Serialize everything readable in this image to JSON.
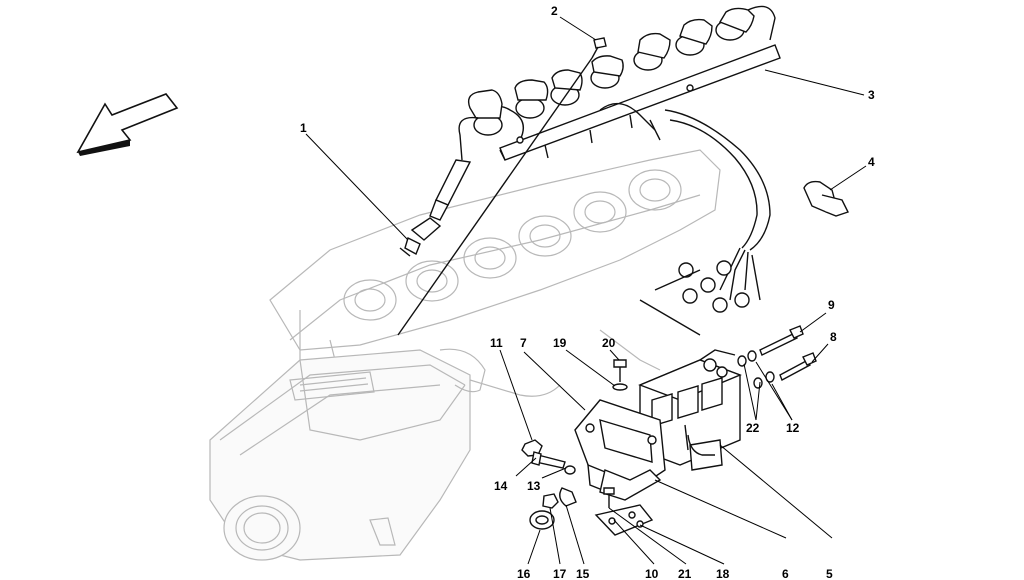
{
  "callouts": {
    "c1": "1",
    "c2": "2",
    "c3": "3",
    "c4": "4",
    "c5": "5",
    "c6": "6",
    "c7": "7",
    "c8": "8",
    "c9": "9",
    "c10": "10",
    "c11": "11",
    "c12": "12",
    "c13": "13",
    "c14": "14",
    "c15": "15",
    "c16": "16",
    "c17": "17",
    "c18": "18",
    "c19": "19",
    "c20": "20",
    "c21": "21",
    "c22": "22"
  },
  "icons": {
    "direction_arrow": "arrow-down-left-icon"
  }
}
